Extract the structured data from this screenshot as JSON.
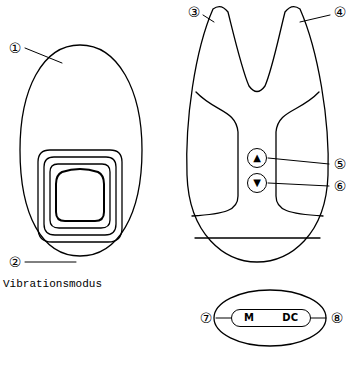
{
  "diagram": {
    "nodes": [
      {
        "text": [
          "▲"
        ]
      },
      {
        "text": [
          "▼"
        ]
      },
      {
        "text": [
          "M",
          "DC"
        ]
      }
    ],
    "labels": [
      "①",
      "②",
      "③",
      "④",
      "⑤",
      "⑥",
      "⑦",
      "⑧",
      "Vibrationsmodus"
    ]
  }
}
